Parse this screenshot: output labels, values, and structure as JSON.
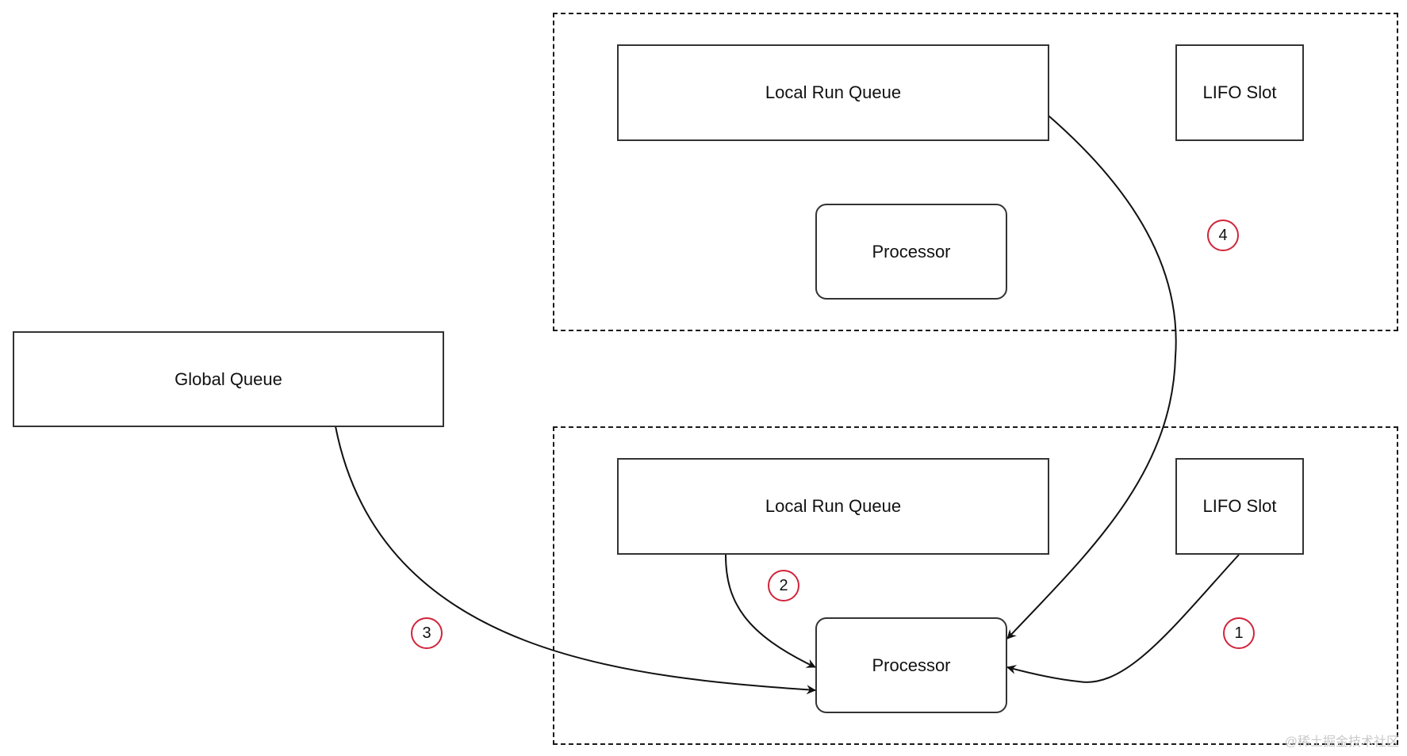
{
  "nodes": {
    "top_local_run_queue": "Local Run Queue",
    "top_lifo_slot": "LIFO Slot",
    "top_processor": "Processor",
    "global_queue": "Global Queue",
    "bottom_local_run_queue": "Local Run Queue",
    "bottom_lifo_slot": "LIFO Slot",
    "bottom_processor": "Processor"
  },
  "steps": {
    "step1": "1",
    "step2": "2",
    "step3": "3",
    "step4": "4"
  },
  "watermark": "@稀土掘金技术社区",
  "colors": {
    "badge_border": "#d1243a",
    "stroke": "#333333"
  }
}
